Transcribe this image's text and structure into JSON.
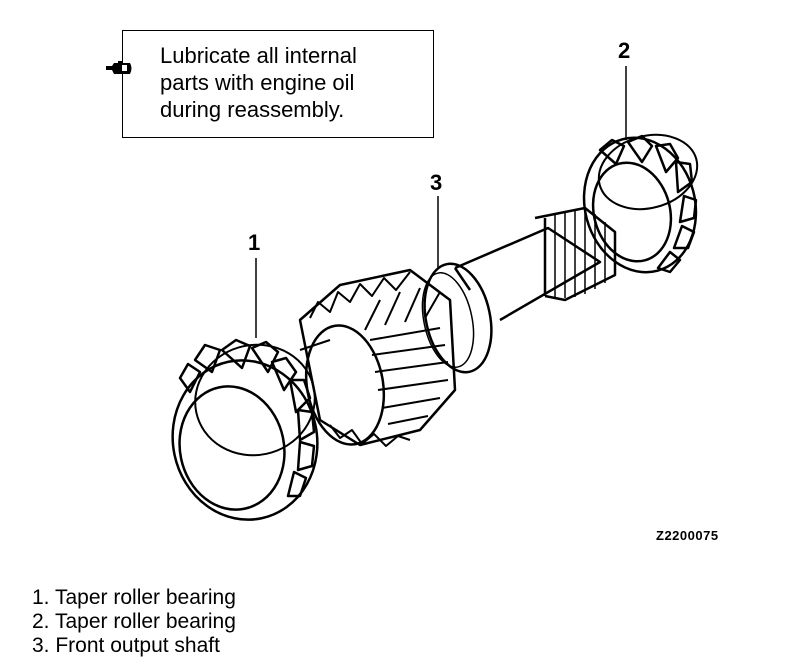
{
  "note": {
    "icon": "oil-can-icon",
    "text": "Lubricate all internal\nparts with engine oil\nduring reassembly."
  },
  "callouts": [
    {
      "id": "1",
      "label": "1"
    },
    {
      "id": "2",
      "label": "2"
    },
    {
      "id": "3",
      "label": "3"
    }
  ],
  "figure_code": "Z2200075",
  "legend": [
    {
      "number": "1.",
      "label": "Taper roller bearing"
    },
    {
      "number": "2.",
      "label": "Taper roller bearing"
    },
    {
      "number": "3.",
      "label": "Front output shaft"
    }
  ]
}
